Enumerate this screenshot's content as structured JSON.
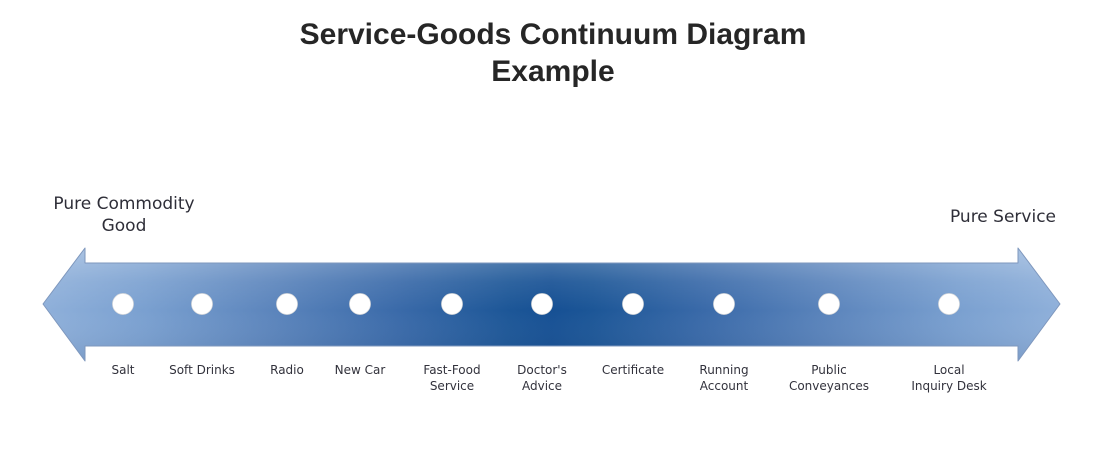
{
  "title": {
    "text": "Service-Goods Continuum Diagram\nExample"
  },
  "endpoints": {
    "left": "Pure Commodity\nGood",
    "right": "Pure Service"
  },
  "continuum": {
    "items": [
      {
        "label": "Salt"
      },
      {
        "label": "Soft Drinks"
      },
      {
        "label": "Radio"
      },
      {
        "label": "New Car"
      },
      {
        "label": "Fast-Food\nService"
      },
      {
        "label": "Doctor's\nAdvice"
      },
      {
        "label": "Certificate"
      },
      {
        "label": "Running\nAccount"
      },
      {
        "label": "Public\nConveyances"
      },
      {
        "label": "Local\nInquiry Desk"
      }
    ]
  },
  "colors": {
    "arrow_end": "#8fb0da",
    "arrow_middle": "#165094",
    "arrow_outline": "#7e97bd",
    "dot_fill": "#ffffff",
    "title_text": "#262626",
    "label_text": "#32323c"
  }
}
